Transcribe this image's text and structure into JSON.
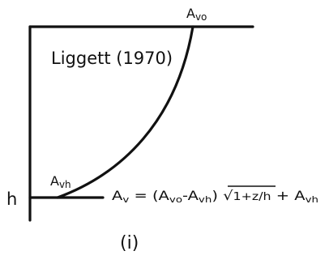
{
  "diagram": {
    "title": "Liggett (1970)",
    "top_label": {
      "base": "A",
      "sub": "vo"
    },
    "bottom_label": {
      "base": "A",
      "sub": "vh"
    },
    "depth_label": "h",
    "figure_label": "(i)",
    "equation": {
      "lhs_base": "A",
      "lhs_sub": "v",
      "eq": " = (",
      "t1_base": "A",
      "t1_sub": "vo",
      "minus": "-",
      "t2_base": "A",
      "t2_sub": "vh",
      "close": ")",
      "radicand": "1+z/h",
      "plus": " + ",
      "t3_base": "A",
      "t3_sub": "vh"
    },
    "ink_color": "#111111",
    "background_color": "#ffffff"
  }
}
